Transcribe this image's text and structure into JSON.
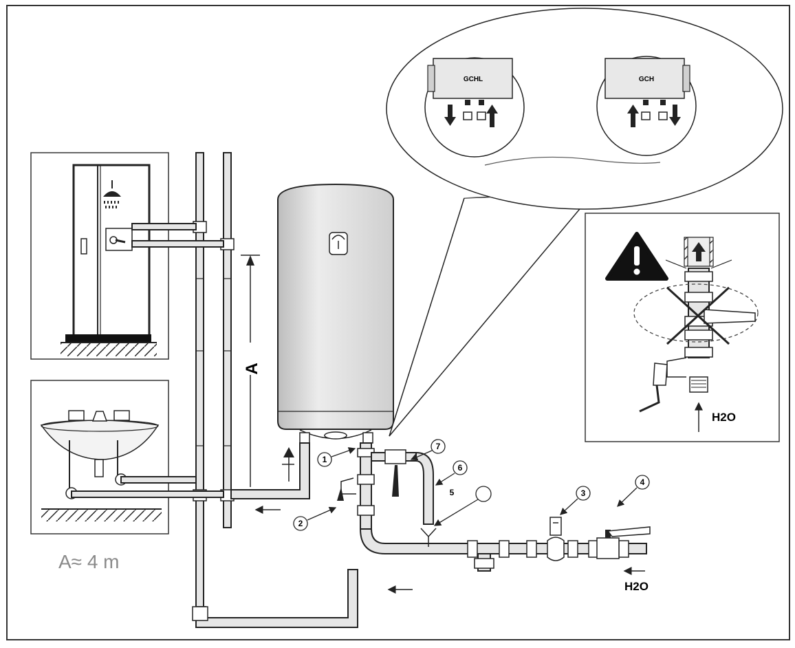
{
  "diagram": {
    "labels": {
      "dimension_letter": "A",
      "dimension_note": "A≈ 4 m",
      "inlet_medium_main": "H2O",
      "inlet_medium_warning": "H2O",
      "model_left": "GCHL",
      "model_right": "GCH"
    },
    "callouts": [
      "1",
      "2",
      "3",
      "4",
      "5",
      "6",
      "7"
    ],
    "colors": {
      "line": "#222222",
      "frame": "#333333",
      "pipe_fill": "#e6e6e6",
      "tank_fill": "#dcdcdc",
      "warning_fill": "#111111",
      "note_text": "#8a8a8a"
    },
    "icons": [
      "shower-head-icon",
      "warning-triangle-icon",
      "arrow-up-icon",
      "arrow-down-icon",
      "arrow-left-icon",
      "crossed-out-icon"
    ]
  }
}
